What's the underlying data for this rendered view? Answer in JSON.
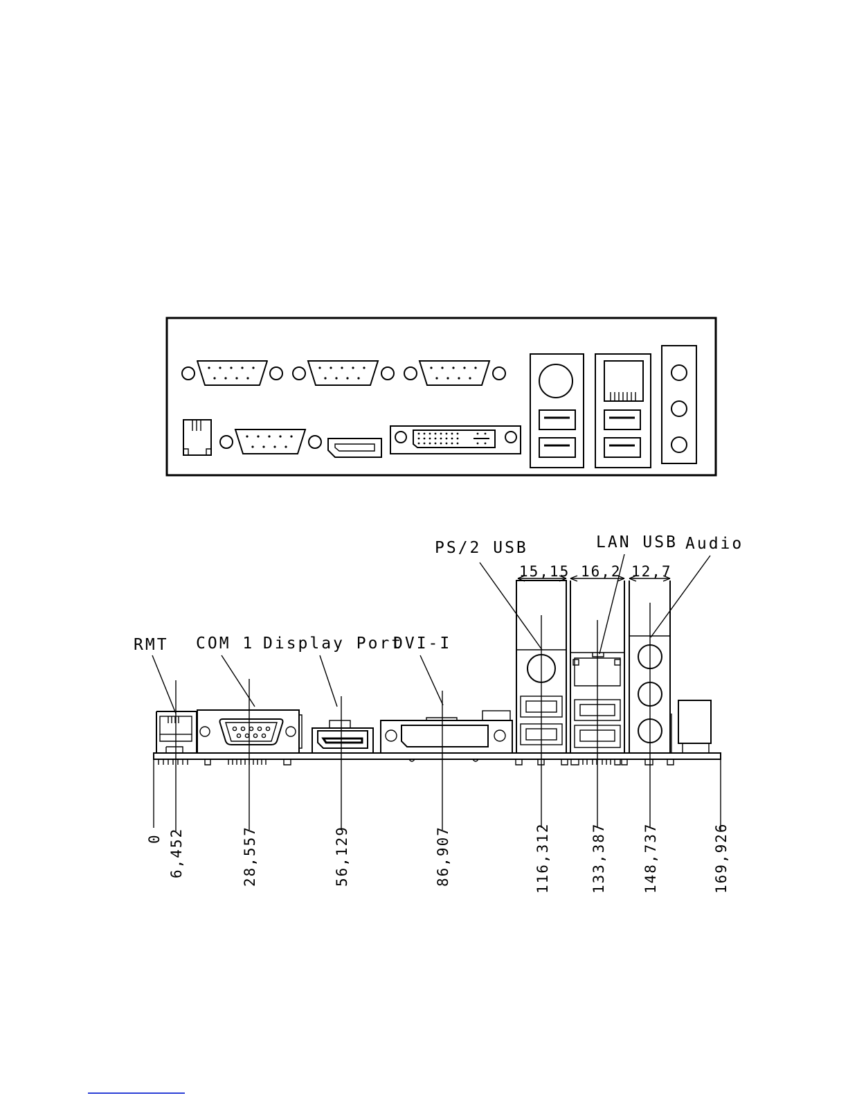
{
  "labels": {
    "rmt": "RMT",
    "com1": "COM 1",
    "display_port": "Display Port",
    "dvi": "DVI-I",
    "ps2_usb": "PS/2 USB",
    "lan_usb": "LAN USB",
    "audio": "Audio"
  },
  "widths": {
    "ps2_usb": "15,15",
    "lan_usb": "16,2",
    "audio": "12,7"
  },
  "positions": [
    {
      "id": "zero",
      "text": "0"
    },
    {
      "id": "rmt",
      "text": "6,452"
    },
    {
      "id": "com1",
      "text": "28,557"
    },
    {
      "id": "dp",
      "text": "56,129"
    },
    {
      "id": "dvi",
      "text": "86,907"
    },
    {
      "id": "ps2",
      "text": "116,312"
    },
    {
      "id": "lan",
      "text": "133,387"
    },
    {
      "id": "audio",
      "text": "148,737"
    },
    {
      "id": "end",
      "text": "169,926"
    }
  ]
}
